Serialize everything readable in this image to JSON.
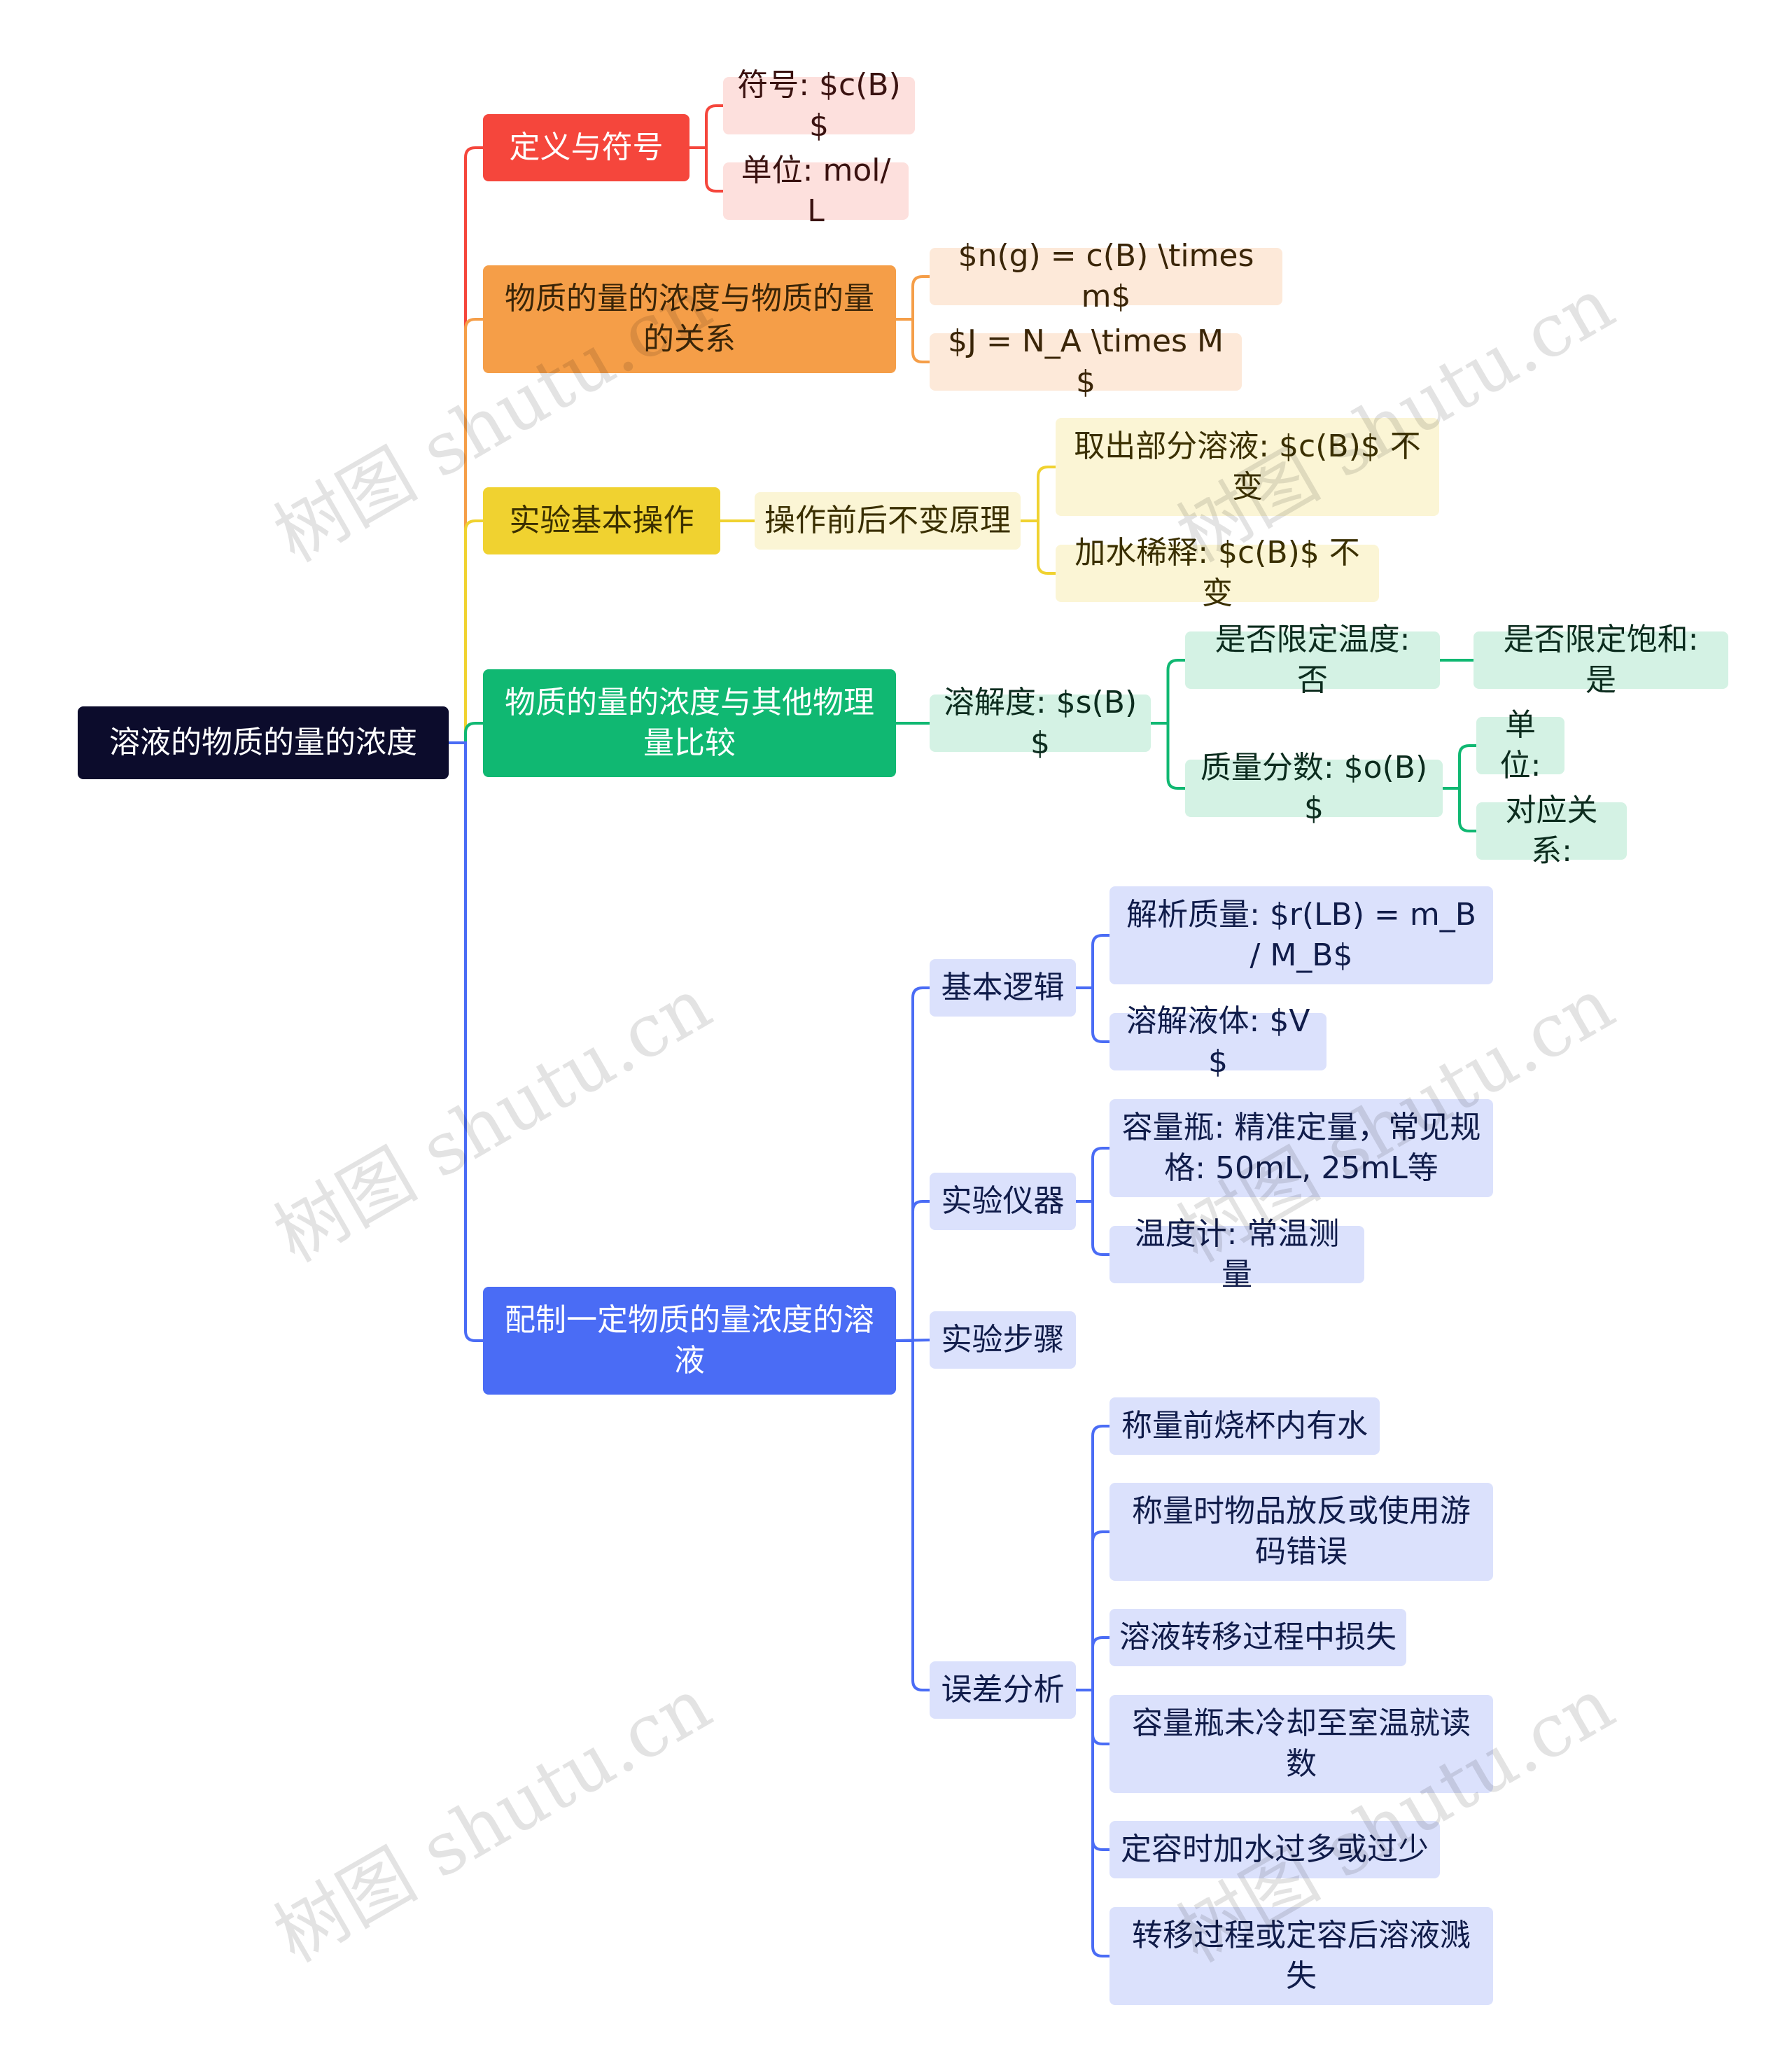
{
  "watermark": "树图 shutu.cn",
  "colors": {
    "red": "#f5463c",
    "orange": "#f59e48",
    "yellow": "#f0d230",
    "green": "#10b872",
    "blue": "#4a6cf5",
    "root": "#0c0c2c"
  },
  "root": "溶液的物质的量的浓度",
  "def": {
    "label": "定义与符号",
    "symbol": "符号: $c(B)$",
    "unit": "单位: mol/L"
  },
  "rel": {
    "label": "物质的量的浓度与物质的量的关系",
    "f1": "$n(g) = c(B) \\times m$",
    "f2": "$J = N_A \\times M$"
  },
  "exp": {
    "label": "实验基本操作",
    "principle": "操作前后不变原理",
    "take": "取出部分溶液: $c(B)$ 不变",
    "dilute": "加水稀释: $c(B)$ 不变"
  },
  "cmp": {
    "label": "物质的量的浓度与其他物理量比较",
    "solubility": "溶解度: $s(B)$",
    "temp": "是否限定温度: 否",
    "saturated": "是否限定饱和: 是",
    "mass_frac": "质量分数: $o(B)$",
    "unit": "单位:",
    "corr": "对应关系:"
  },
  "prep": {
    "label": "配制一定物质的量浓度的溶液",
    "logic": "基本逻辑",
    "logic_mass": "解析质量: $r(LB) = m_B / M_B$",
    "logic_vol": "溶解液体: $V$",
    "instr": "实验仪器",
    "flask": "容量瓶: 精准定量，常见规格: 50mL, 25mL等",
    "thermo": "温度计: 常温测量",
    "steps": "实验步骤",
    "error": "误差分析",
    "e1": "称量前烧杯内有水",
    "e2": "称量时物品放反或使用游码错误",
    "e3": "溶液转移过程中损失",
    "e4": "容量瓶未冷却至室温就读数",
    "e5": "定容时加水过多或过少",
    "e6": "转移过程或定容后溶液溅失"
  }
}
